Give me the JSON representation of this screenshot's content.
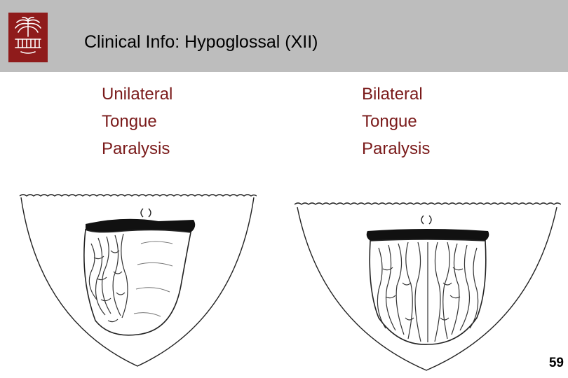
{
  "slide": {
    "title": "Clinical Info: Hypoglossal (XII)",
    "page_number": "59"
  },
  "captions": {
    "left": [
      "Unilateral",
      "Tongue",
      "Paralysis"
    ],
    "right": [
      "Bilateral",
      "Tongue",
      "Paralysis"
    ]
  },
  "colors": {
    "header_bg": "#bdbdbd",
    "logo_bg": "#8f1b1b",
    "caption_text": "#7a1a1a"
  },
  "icons": {
    "logo": "university-palm-logo-icon"
  }
}
